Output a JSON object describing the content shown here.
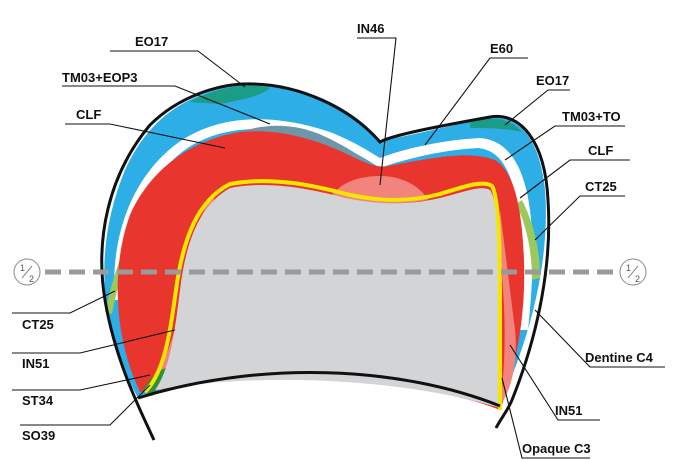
{
  "diagram": {
    "colors": {
      "outline": "#111111",
      "enamel_blue": "#2eaee6",
      "enamel_teal": "#1a9c86",
      "clf_white": "#ffffff",
      "dentine_red": "#e8362e",
      "incisal_pink": "#f2847d",
      "opaque_gray": "#d3d4d6",
      "opaque_yellow": "#f5e600",
      "ct25_green": "#9bc95b",
      "st34_green": "#2e8f3f",
      "tm03_slate": "#6f95a8",
      "midline_gray": "#9a9a9a"
    },
    "midline_marker": {
      "numerator": "1",
      "denominator": "2"
    },
    "labels": {
      "eo17_left": "EO17",
      "tm03_eop3": "TM03+EOP3",
      "clf_left": "CLF",
      "ct25_left": "CT25",
      "in51_left": "IN51",
      "st34": "ST34",
      "so39": "SO39",
      "in46": "IN46",
      "e60": "E60",
      "eo17_right": "EO17",
      "tm03_to": "TM03+TO",
      "clf_right": "CLF",
      "ct25_right": "CT25",
      "dentine_c4": "Dentine C4",
      "in51_right": "IN51",
      "opaque_c3": "Opaque C3"
    }
  }
}
